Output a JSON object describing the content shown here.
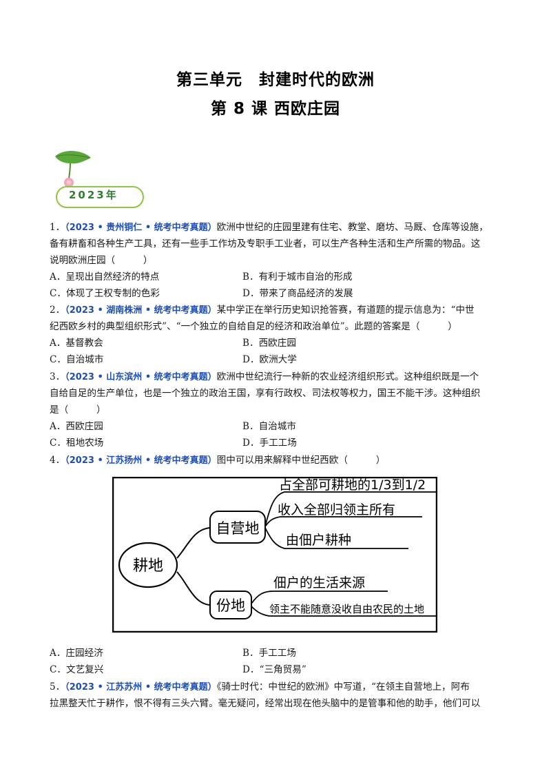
{
  "header": {
    "unit_title": "第三单元　封建时代的欧洲",
    "lesson_title": "第 8 课  西欧庄园"
  },
  "badge": {
    "year": "2023年"
  },
  "questions": [
    {
      "number": "1．",
      "source": "（2023 • 贵州铜仁 • 统考中考真题）",
      "lines": [
        "欧洲中世纪的庄园里建有住宅、教堂、磨坊、马厩、仓库等设施，",
        "备有耕畜和各种生产工具，还有一些手工作坊及专职手工业者，可以生产各种生活和生产所需的物品。这",
        "说明欧洲庄园（　　　）"
      ],
      "options": [
        "A．呈现出自然经济的特点",
        "B．有利于城市自治的形成",
        "C．体现了王权专制的色彩",
        "D．带来了商品经济的发展"
      ]
    },
    {
      "number": "2．",
      "source": "（2023 • 湖南株洲 • 统考中考真题）",
      "lines": [
        "某中学正在举行历史知识抢答赛，有道题的提示信息为：“中世",
        "纪西欧乡村的典型组织形式”、“一个独立的自给自足的经济和政治单位”。此题的答案是（　　　）"
      ],
      "options": [
        "A．基督教会",
        "B．西欧庄园",
        "C．自治城市",
        "D．欧洲大学"
      ]
    },
    {
      "number": "3．",
      "source": "（2023 • 山东滨州 • 统考中考真题）",
      "lines": [
        "欧洲中世纪流行一种新的农业经济组织形式。这种组织既是一个",
        "自给自足的生产单位，也是一个独立的政治王国，享有行政权、司法权等权力，国王不能干涉。这种组织",
        "是（　　　）"
      ],
      "options": [
        "A．西欧庄园",
        "B．自治城市",
        "C．租地农场",
        "D．手工工场"
      ]
    },
    {
      "number": "4．",
      "source": "（2023 • 江苏扬州 • 统考中考真题）",
      "lines": [
        "图中可以用来解释中世纪西欧（　　　）"
      ],
      "options": [
        "A．庄园经济",
        "B．手工工场",
        "C．文艺复兴",
        "D．“三角贸易”"
      ]
    },
    {
      "number": "5．",
      "source": "（2023 • 江苏苏州 • 统考中考真题）",
      "lines": [
        "《骑士时代：中世纪的欧洲》中写道，“在领主自营地上，阿布",
        "拉黑整天忙于耕作，恨不得有三头六臂。毫无疑问，经常出现在他头脑中的是管事和他的助手，他们可以"
      ],
      "options": []
    }
  ],
  "diagram": {
    "root": "耕地",
    "branch1": {
      "label": "自营地",
      "items": [
        "占全部可耕地的1/3到1/2",
        "收入全部归领主所有",
        "由佃户耕种"
      ]
    },
    "branch2": {
      "label": "份地",
      "items": [
        "佃户的生活来源",
        "领主不能随意没收自由农民的土地"
      ]
    }
  },
  "colors": {
    "source_blue": "#1f4fb5",
    "badge_green": "#2e7d32"
  }
}
